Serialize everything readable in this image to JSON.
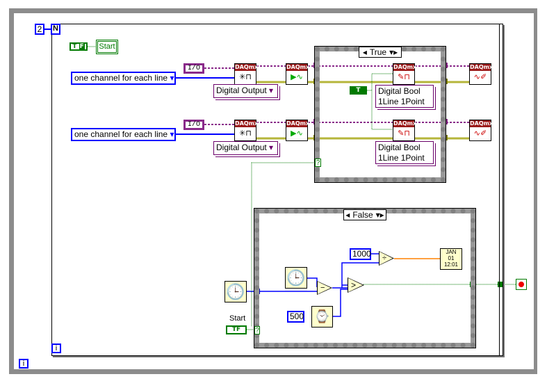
{
  "while_loop": {
    "iteration_label": "i",
    "stop_icon": "stop-if-true-icon"
  },
  "for_loop": {
    "count": "2",
    "count_terminal": "N",
    "iteration_label": "i"
  },
  "start_constant": {
    "true_label": "T",
    "false_label": "F"
  },
  "start_local": {
    "label": "Start"
  },
  "row1": {
    "line_grouping": "one channel for each line",
    "io_label": "I/O",
    "channel_type": "Digital Output",
    "write_type_l1": "Digital Bool",
    "write_type_l2": "1Line 1Point"
  },
  "row2": {
    "line_grouping": "one channel for each line",
    "io_label": "I/O",
    "channel_type": "Digital Output",
    "write_type_l1": "Digital Bool",
    "write_type_l2": "1Line 1Point"
  },
  "daqmx_label": "DAQmx",
  "true_case": {
    "selector": "True",
    "selector_terminal": "?",
    "bool_const": "T"
  },
  "false_case": {
    "selector": "False",
    "selector_terminal": "?",
    "const_1000": "1000",
    "const_500": "500",
    "start_label": "Start",
    "start_bool": "TF"
  },
  "colors": {
    "task_wire": "#8a2a8a",
    "error_wire": "#b5b53a",
    "numeric_wire": "#0000ff",
    "bool_wire": "#007a00",
    "float_wire": "#ff8000",
    "daqmx_header": "#9b1b1b"
  }
}
